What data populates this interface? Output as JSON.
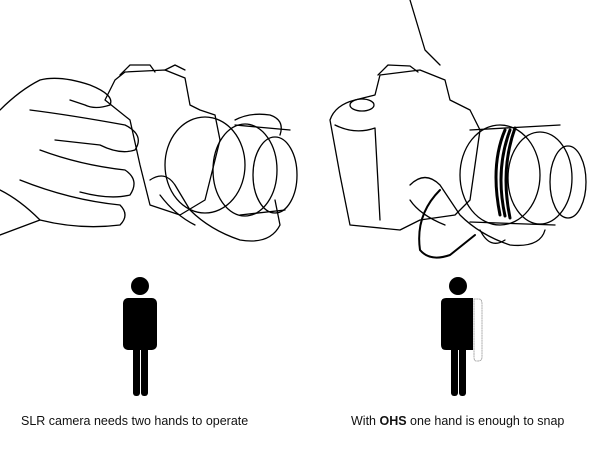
{
  "captions": {
    "left": "SLR camera needs two hands to operate",
    "right_prefix": "With ",
    "right_brand": "OHS",
    "right_suffix": " one hand is enough to snap"
  },
  "colors": {
    "ink": "#000000",
    "paper": "#ffffff"
  }
}
